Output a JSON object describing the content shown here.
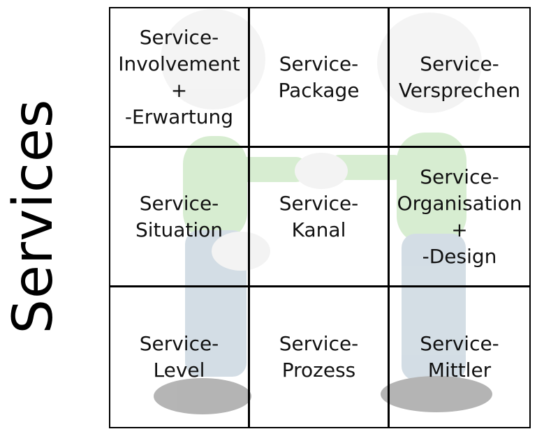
{
  "title": "Services",
  "colors": {
    "grid_line": "#000000",
    "figure_shirt": "#a8d89a",
    "figure_pants": "#9fb6c6",
    "figure_skin": "#e6e6e6",
    "figure_shoe": "#5a5a5a"
  },
  "cells": [
    {
      "lines": [
        "Service-",
        "Involvement",
        "+",
        "-Erwartung"
      ]
    },
    {
      "lines": [
        "Service-",
        "Package"
      ]
    },
    {
      "lines": [
        "Service-",
        "Versprechen"
      ]
    },
    {
      "lines": [
        "Service-",
        "Situation"
      ]
    },
    {
      "lines": [
        "Service-",
        "Kanal"
      ]
    },
    {
      "lines": [
        "Service-",
        "Organisation",
        "+",
        "-Design"
      ]
    },
    {
      "lines": [
        "Service-",
        "Level"
      ]
    },
    {
      "lines": [
        "Service-",
        "Prozess"
      ]
    },
    {
      "lines": [
        "Service-",
        "Mittler"
      ]
    }
  ]
}
